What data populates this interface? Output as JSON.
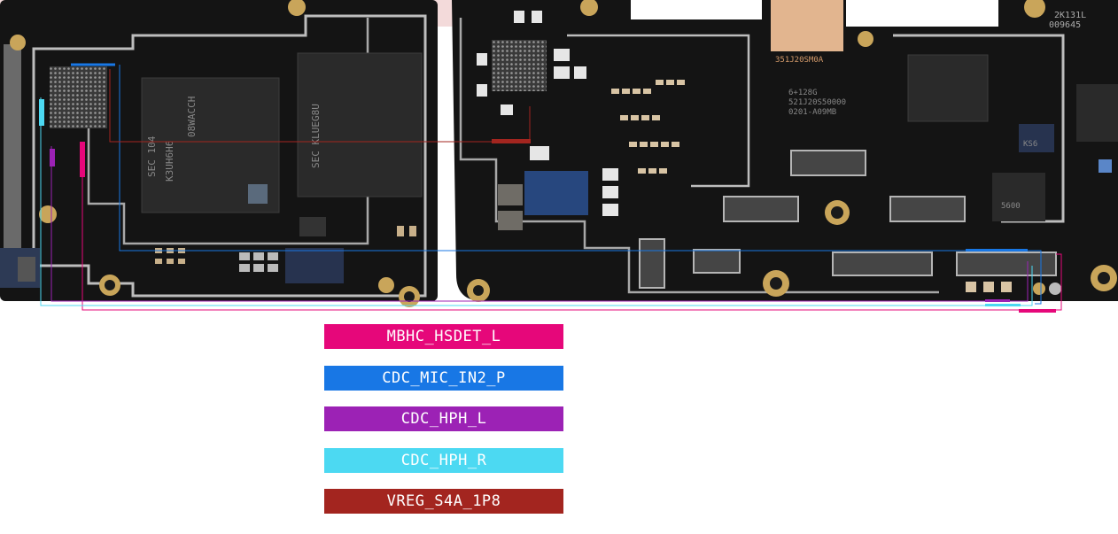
{
  "signals": [
    {
      "id": "mbhc",
      "name": "MBHC_HSDET_L",
      "color": "#E6077A"
    },
    {
      "id": "mic",
      "name": "CDC_MIC_IN2_P",
      "color": "#1877E5"
    },
    {
      "id": "hphl",
      "name": "CDC_HPH_L",
      "color": "#9C22B5"
    },
    {
      "id": "hphr",
      "name": "CDC_HPH_R",
      "color": "#4CD9F2"
    },
    {
      "id": "vreg",
      "name": "VREG_S4A_1P8",
      "color": "#A3251F"
    }
  ],
  "board_markings": {
    "chip_left_1": "SEC 104",
    "chip_left_2": "K3UH6H6",
    "chip_left_3": "08WACCH",
    "chip_mid": "SEC KLUEG8U",
    "label_top_right_1": "2K131L",
    "label_top_right_2": "009645",
    "label_mid_1": "351J20SM0A",
    "label_mid_2": "6+128G",
    "label_mid_3": "521J20S50000",
    "label_mid_4": "0201-A09MB",
    "label_right_chip": "KS6",
    "label_right_chip_2": "5600"
  }
}
